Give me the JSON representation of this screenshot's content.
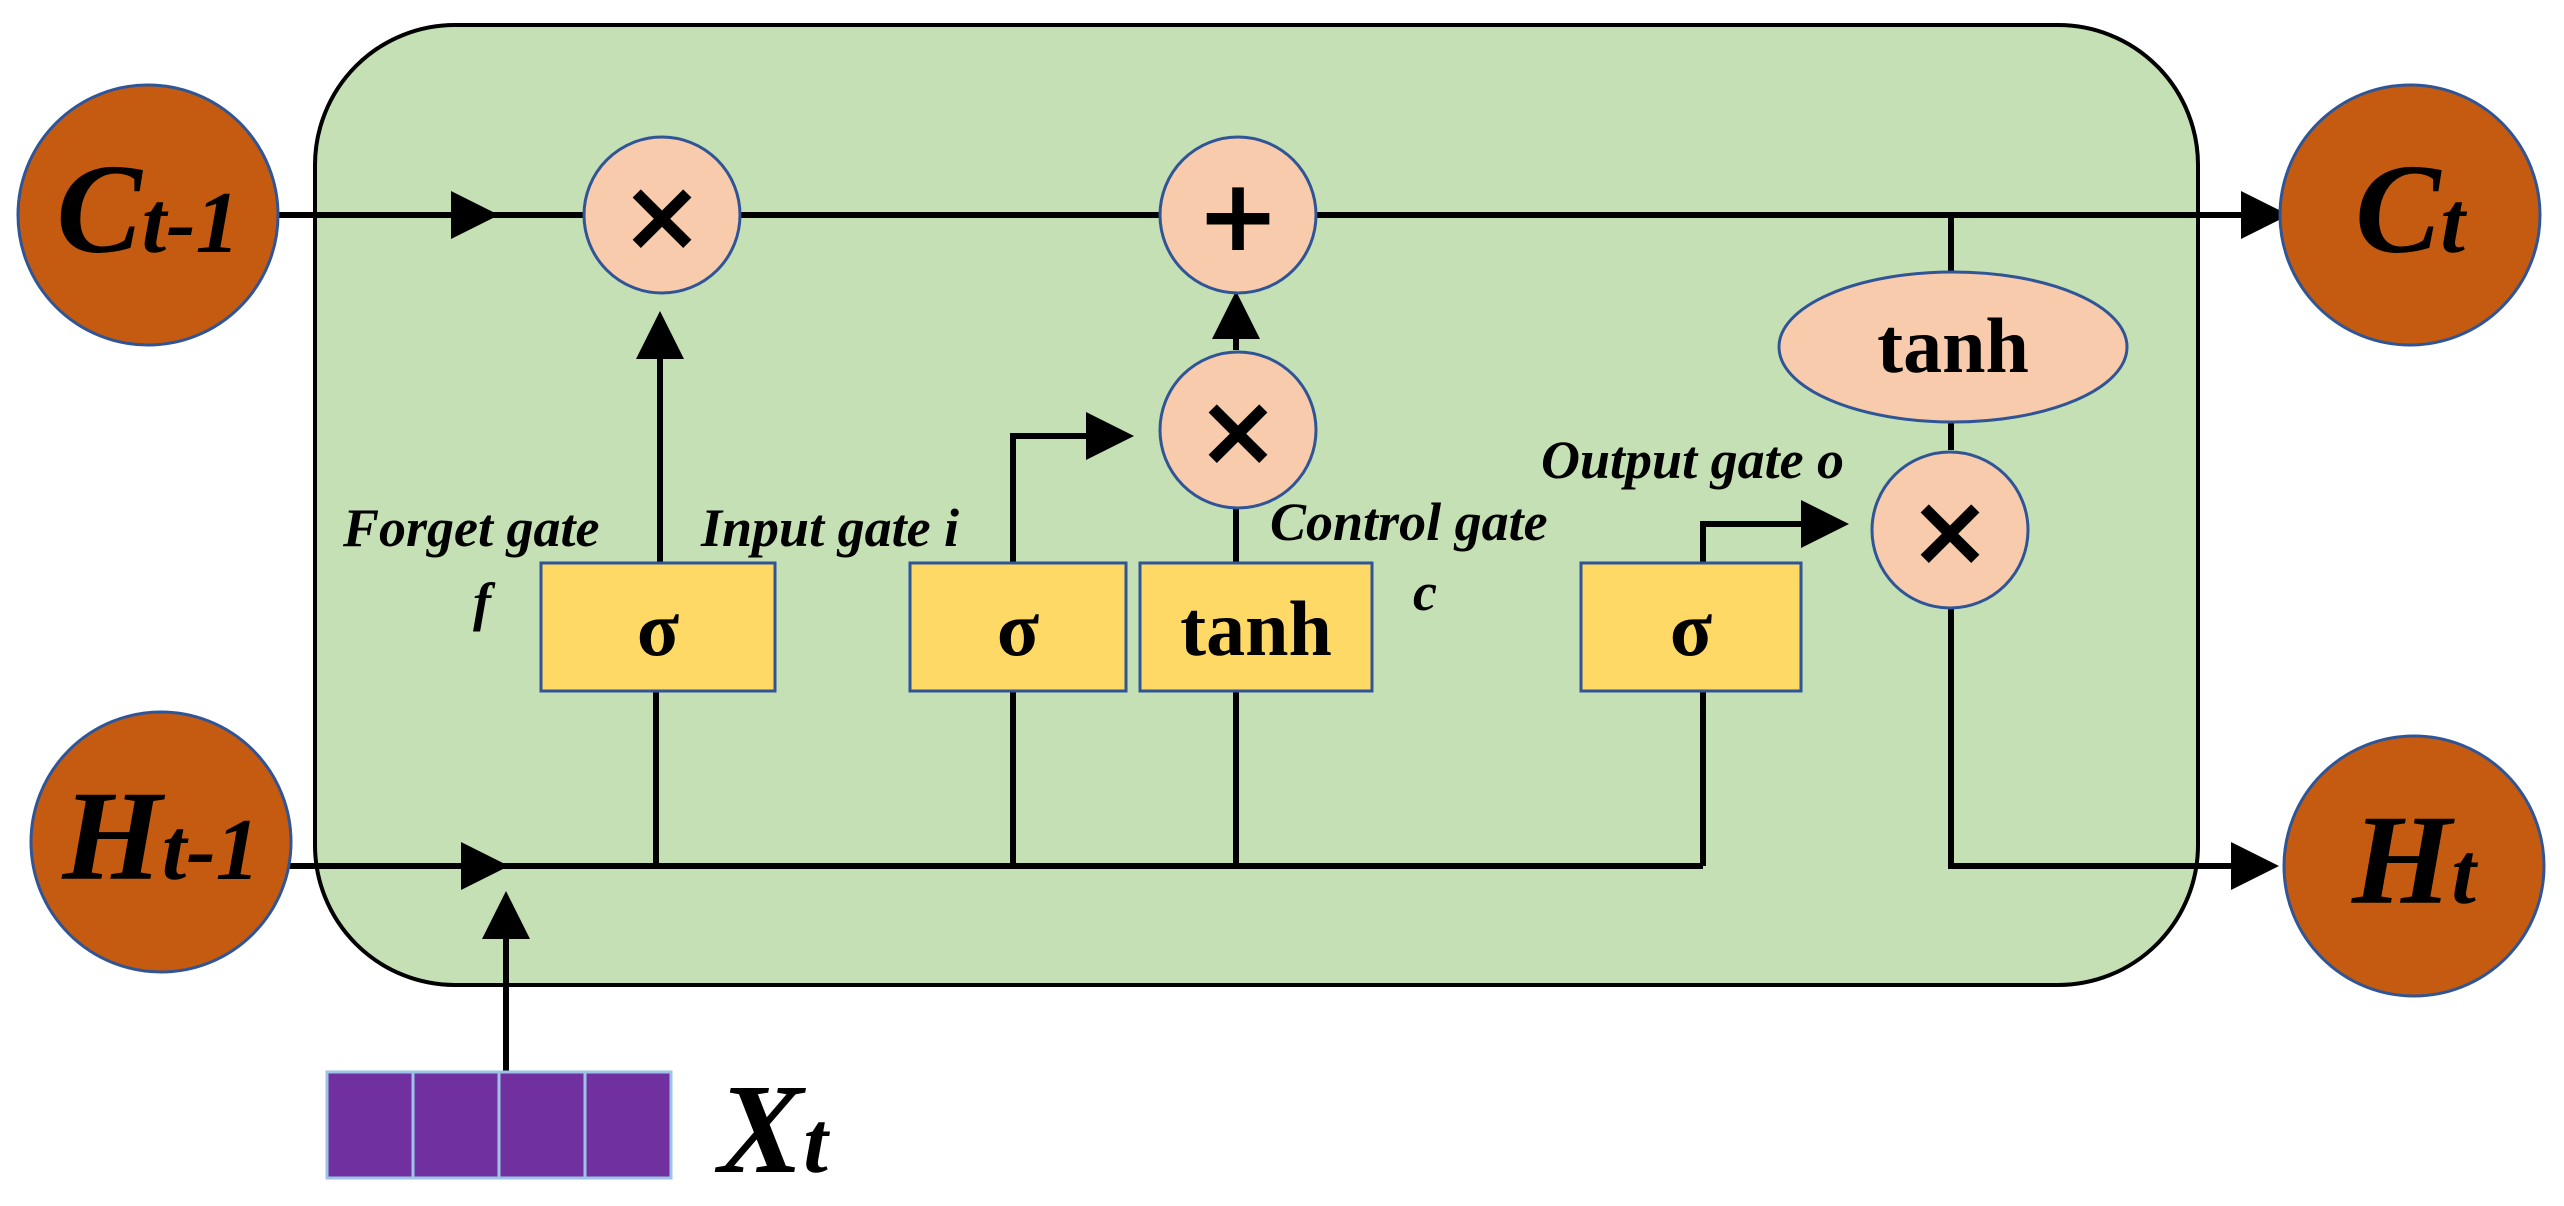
{
  "diagram": {
    "states": {
      "c_prev": {
        "main": "C",
        "sub": "t-1"
      },
      "c_next": {
        "main": "C",
        "sub": "t"
      },
      "h_prev": {
        "main": "H",
        "sub": "t-1"
      },
      "h_next": {
        "main": "H",
        "sub": "t"
      },
      "x_input": {
        "main": "X",
        "sub": "t"
      }
    },
    "operators": {
      "multiply": "×",
      "add": "+"
    },
    "gates": {
      "forget": {
        "symbol": "σ",
        "label_line1": "Forget gate",
        "label_line2": "f"
      },
      "input": {
        "symbol": "σ",
        "label": "Input gate i"
      },
      "control": {
        "symbol": "tanh",
        "label_line1": "Control gate",
        "label_line2": "c"
      },
      "output": {
        "symbol": "σ",
        "label": "Output gate o"
      }
    },
    "cell_tanh": "tanh",
    "colors": {
      "cell_body": "#c5e0b4",
      "state_node": "#c55a11",
      "operator_node": "#f8cbad",
      "gate_box": "#ffd966",
      "input_vector": "#7030a0",
      "outline": "#2f5597"
    }
  }
}
